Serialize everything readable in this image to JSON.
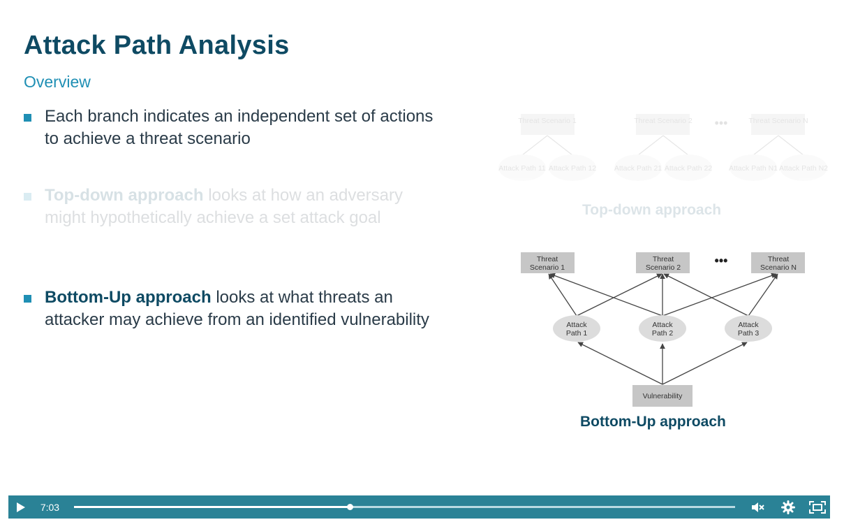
{
  "slide": {
    "title": "Attack Path Analysis",
    "subtitle": "Overview",
    "bullets": [
      {
        "bold": "",
        "text": "Each branch indicates an independent set of actions to achieve a threat scenario",
        "dimmed": false
      },
      {
        "bold": "Top-down approach",
        "text": " looks at how an adversary might hypothetically achieve a set attack goal",
        "dimmed": true
      },
      {
        "bold": "Bottom-Up approach",
        "text": " looks at what threats an attacker may achieve from an identified vulnerability",
        "dimmed": false
      }
    ]
  },
  "diagram_top": {
    "caption": "Top-down approach",
    "scenarios": [
      "Threat Scenario 1",
      "Threat Scenario 2",
      "Threat Scenario N"
    ],
    "paths": [
      "Attack Path 11",
      "Attack Path 12",
      "Attack Path 21",
      "Attack Path 22",
      "Attack Path N1",
      "Attack Path N2"
    ],
    "ellipsis": "•••"
  },
  "diagram_bottom": {
    "caption": "Bottom-Up approach",
    "scenarios": [
      "Threat Scenario 1",
      "Threat Scenario 2",
      "Threat Scenario N"
    ],
    "paths": [
      "Attack Path 1",
      "Attack Path 2",
      "Attack Path 3"
    ],
    "vulnerability": "Vulnerability",
    "ellipsis": "•••"
  },
  "player": {
    "time": "7:03",
    "progress": 0.417,
    "icons": [
      "play-icon",
      "mute-icon",
      "settings-icon",
      "fullscreen-icon"
    ],
    "accent": "#2a8296"
  }
}
